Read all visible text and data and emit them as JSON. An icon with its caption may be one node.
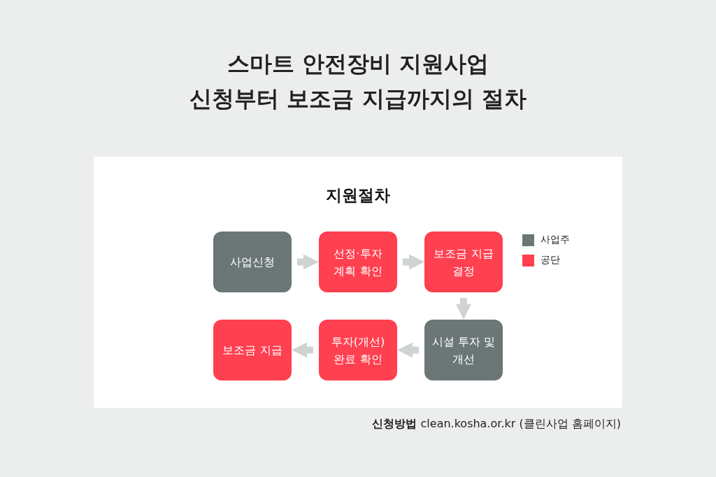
{
  "diagram": {
    "title": "스마트 안전장비 지원사업 신청부터 보조금 지급까지의 절차",
    "nodes": [
      {
        "text": [
          "지원절차"
        ]
      },
      {
        "text": [
          "사업신청"
        ],
        "in": 0
      },
      {
        "text": [
          "선정·투자 계획 확인"
        ],
        "in": 0
      },
      {
        "text": [
          "보조금 지급 결정"
        ],
        "in": 0
      },
      {
        "text": [
          "보조금 지급"
        ],
        "in": 0
      },
      {
        "text": [
          "투자(개선) 완료 확인"
        ],
        "in": 0
      },
      {
        "text": [
          "시설 투자 및 개선"
        ],
        "in": 0
      }
    ],
    "edges": [
      {
        "from": 1,
        "to": 2,
        "arrow": "to"
      },
      {
        "from": 2,
        "to": 3,
        "arrow": "to"
      },
      {
        "from": 3,
        "to": 6,
        "arrow": "to"
      },
      {
        "from": 6,
        "to": 5,
        "arrow": "to"
      },
      {
        "from": 5,
        "to": 4,
        "arrow": "to"
      }
    ],
    "labels": [
      "**신청방법** clean.kosha.or.kr (클린사업 홈페이지)"
    ],
    "legend": [
      {
        "text": "사업주",
        "color": "#6b7677"
      },
      {
        "text": "공단",
        "color": "#ff4050"
      }
    ]
  }
}
